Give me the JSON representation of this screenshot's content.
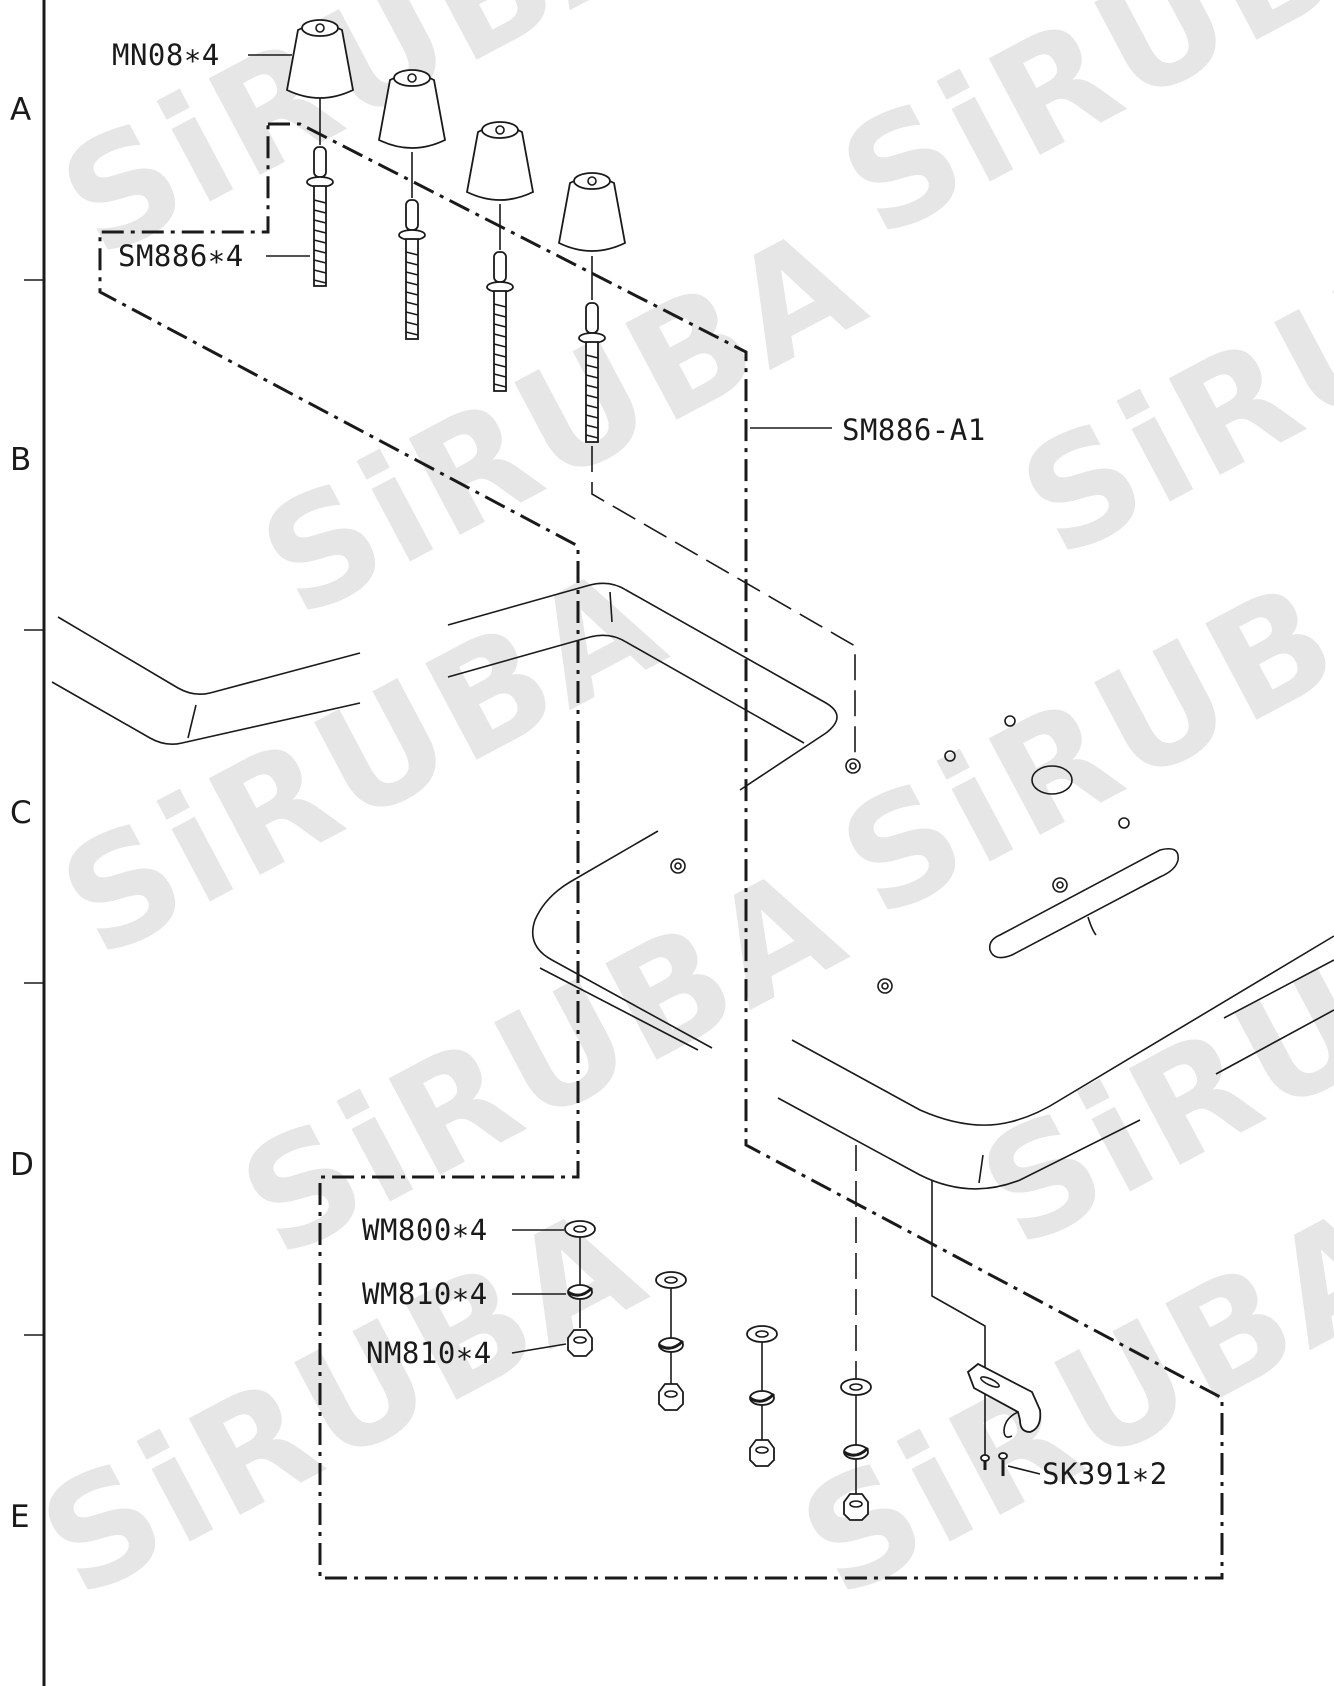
{
  "watermark": {
    "text": "SiRUBA"
  },
  "zones": [
    "A",
    "B",
    "C",
    "D",
    "E"
  ],
  "labels": {
    "cone": "MN08∗4",
    "stud": "SM886∗4",
    "assembly": "SM886-A1",
    "washer": "WM800∗4",
    "spring_washer": "WM810∗4",
    "nut": "NM810∗4",
    "screw": "SK391∗2"
  }
}
